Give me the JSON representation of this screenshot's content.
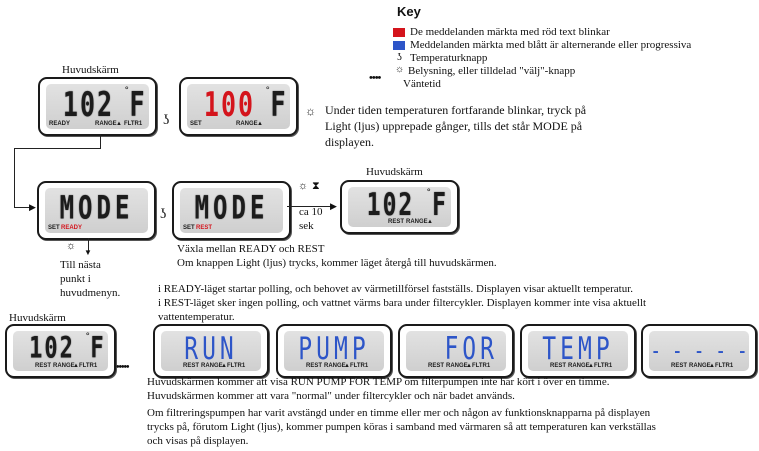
{
  "key": {
    "title": "Key",
    "items": [
      {
        "text": "De meddelanden märkta med röd text blinkar",
        "color": "#d4141c",
        "icon": "red-swatch"
      },
      {
        "text": "Meddelanden märkta med blått är alternerande eller progressiva",
        "color": "#2d55c8",
        "icon": "blue-swatch"
      },
      {
        "text": "Temperaturknapp",
        "icon": "temperature-button-icon"
      },
      {
        "text": "Belysning, eller tilldelad \"välj\"-knapp",
        "icon": "light-button-icon"
      },
      {
        "text": "Väntetid",
        "icon": "wait-dots-icon"
      }
    ]
  },
  "row1": {
    "main_label": "Huvudskärm",
    "display1": {
      "value": "102",
      "unit": "F",
      "ind_left": "READY",
      "ind_range": "RANGE",
      "ind_filter": "FLTR1"
    },
    "display2": {
      "value": "100",
      "unit": "F",
      "ind_left": "SET",
      "ind_range": "RANGE"
    },
    "instruction": [
      "Under tiden temperaturen fortfarande blinkar, tryck på",
      "Light (ljus) upprepade gånger, tills det står MODE på",
      "displayen."
    ]
  },
  "row2": {
    "display1": {
      "value": "MODE",
      "ind_left": "SET",
      "ind_mode": "READY"
    },
    "display2": {
      "value": "MODE",
      "ind_left": "SET",
      "ind_mode": "REST"
    },
    "wait_text": [
      "ca 10",
      "sek"
    ],
    "main_label": "Huvudskärm",
    "display3": {
      "value": "102",
      "unit": "F",
      "ind_left": "REST",
      "ind_range": "RANGE"
    },
    "next_text": [
      "Till nästa",
      "punkt i",
      "huvudmenyn."
    ],
    "desc": [
      "Växla mellan READY och REST",
      "Om knappen Light (ljus) trycks, kommer läget återgå till huvudskärmen.",
      "i READY-läget startar polling, och behovet av värmetillförsel fastställs. Displayen visar aktuellt temperatur.",
      "i REST-läget sker ingen polling, och vattnet värms bara under filtercykler. Displayen kommer inte visa aktuellt",
      "vattentemperatur."
    ]
  },
  "row3": {
    "main_label": "Huvudskärm",
    "display1": {
      "value": "102",
      "unit": "F",
      "ind_left": "REST",
      "ind_range": "RANGE",
      "ind_filter": "FLTR1"
    },
    "sequence": [
      {
        "text": "RUN",
        "ind_left": "REST",
        "ind_range": "RANGE",
        "ind_filter": "FLTR1"
      },
      {
        "text": "PUMP",
        "ind_left": "REST",
        "ind_range": "RANGE",
        "ind_filter": "FLTR1"
      },
      {
        "text": "FOR",
        "ind_left": "REST",
        "ind_range": "RANGE",
        "ind_filter": "FLTR1"
      },
      {
        "text": "TEMP",
        "ind_left": "REST",
        "ind_range": "RANGE",
        "ind_filter": "FLTR1"
      },
      {
        "text": "- - - - -",
        "ind_left": "REST",
        "ind_range": "RANGE",
        "ind_filter": "FLTR1"
      }
    ],
    "desc": [
      "Huvudskärmen kommer att visa RUN PUMP FOR TEMP om filterpumpen inte har kört i över en timme.",
      "Huvudskärmen kommer att vara \"normal\" under filtercykler och när badet används.",
      "Om filtreringspumpen har varit avstängd under en timme eller mer och någon av funktionsknapparna på displayen",
      "trycks på, förutom Light (ljus), kommer pumpen köras i samband med värmaren så att temperaturen kan verkställas",
      "och visas på displayen."
    ]
  }
}
